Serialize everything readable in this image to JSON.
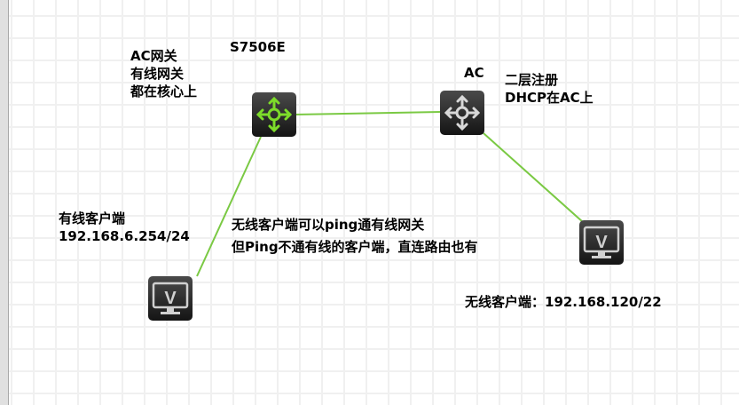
{
  "devices": {
    "core_switch": {
      "name": "S7506E",
      "notes": [
        "AC网关",
        "有线网关",
        "都在核心上"
      ],
      "icon": "router-switch-icon",
      "color": "#7ddc2a"
    },
    "ac": {
      "name": "AC",
      "notes": [
        "二层注册",
        "DHCP在AC上"
      ],
      "icon": "router-switch-icon",
      "color": "#d8d8d8"
    },
    "wired_client": {
      "label": "有线客户端",
      "ip": "192.168.6.254/24",
      "icon": "pc-monitor-icon"
    },
    "wireless_client": {
      "label": "无线客户端：192.168.120/22",
      "icon": "pc-monitor-icon"
    }
  },
  "annotation": [
    "无线客户端可以ping通有线网关",
    "但Ping不通有线的客户端，直连路由也有"
  ],
  "link_color": "#7ac943"
}
